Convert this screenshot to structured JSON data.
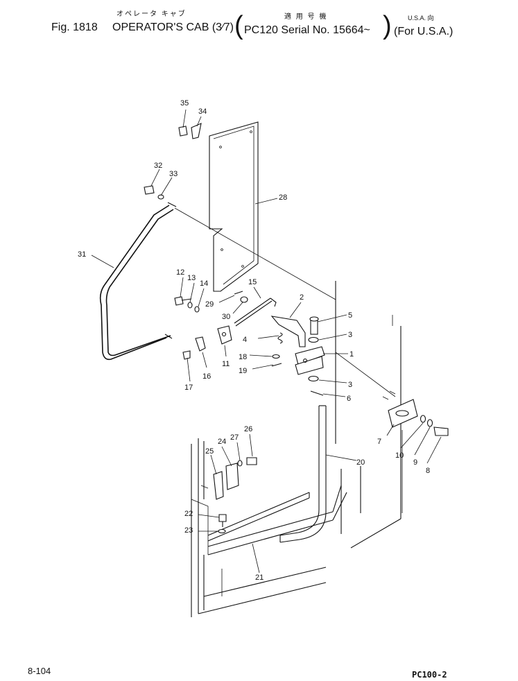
{
  "header": {
    "fig_label": "Fig. 1818",
    "title_jp": "オペレータ キャブ",
    "title_en": "OPERATOR'S CAB (3⁄7)",
    "applicability_jp": "適 用 号 機",
    "applicability_en": "PC120 Serial No. 15664~",
    "region_jp": "U.S.A. 向",
    "region_en": "(For U.S.A.)"
  },
  "parts": [
    {
      "no": "1"
    },
    {
      "no": "2"
    },
    {
      "no": "3"
    },
    {
      "no": "3"
    },
    {
      "no": "4"
    },
    {
      "no": "5"
    },
    {
      "no": "6"
    },
    {
      "no": "7"
    },
    {
      "no": "8"
    },
    {
      "no": "9"
    },
    {
      "no": "10"
    },
    {
      "no": "11"
    },
    {
      "no": "12"
    },
    {
      "no": "13"
    },
    {
      "no": "14"
    },
    {
      "no": "15"
    },
    {
      "no": "16"
    },
    {
      "no": "17"
    },
    {
      "no": "18"
    },
    {
      "no": "19"
    },
    {
      "no": "20"
    },
    {
      "no": "21"
    },
    {
      "no": "22"
    },
    {
      "no": "23"
    },
    {
      "no": "24"
    },
    {
      "no": "25"
    },
    {
      "no": "26"
    },
    {
      "no": "27"
    },
    {
      "no": "28"
    },
    {
      "no": "29"
    },
    {
      "no": "30"
    },
    {
      "no": "31"
    },
    {
      "no": "32"
    },
    {
      "no": "33"
    },
    {
      "no": "34"
    },
    {
      "no": "35"
    }
  ],
  "footer": {
    "page_number": "8-104",
    "model_code": "PC100-2"
  }
}
